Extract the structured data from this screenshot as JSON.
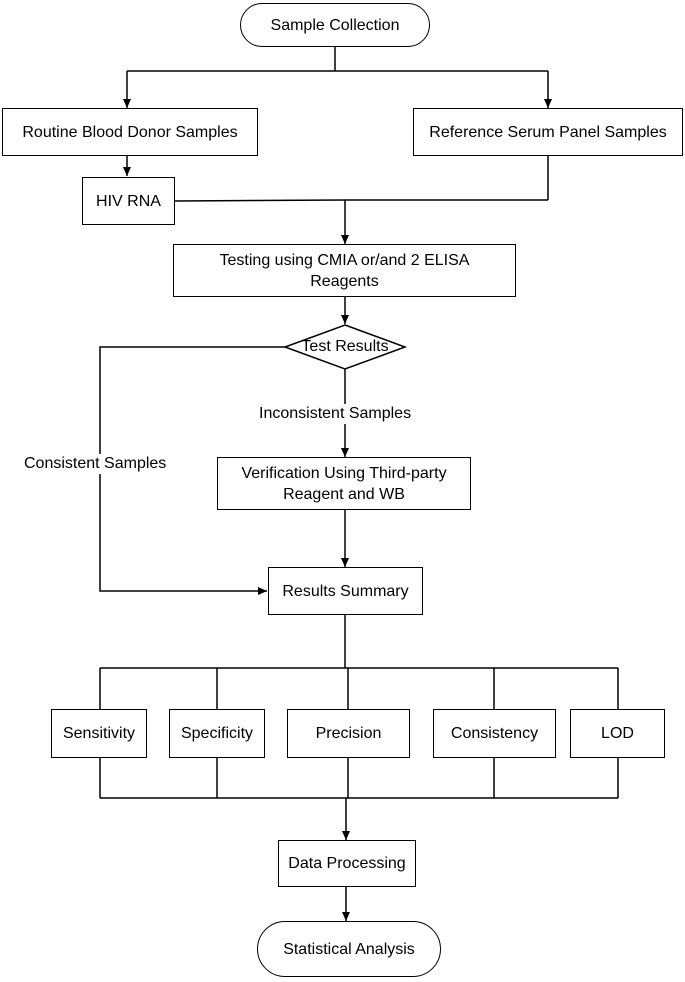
{
  "nodes": {
    "sample_collection": "Sample Collection",
    "routine_donor": "Routine Blood Donor Samples",
    "reference_panel": "Reference Serum Panel Samples",
    "hiv_rna": "HIV RNA",
    "testing": "Testing using CMIA or/and 2 ELISA Reagents",
    "test_results": "Test Results",
    "verification": "Verification Using Third-party Reagent and WB",
    "results_summary": "Results Summary",
    "sensitivity": "Sensitivity",
    "specificity": "Specificity",
    "precision": "Precision",
    "consistency": "Consistency",
    "lod": "LOD",
    "data_processing": "Data Processing",
    "statistical_analysis": "Statistical Analysis"
  },
  "edges": {
    "inconsistent": "Inconsistent Samples",
    "consistent": "Consistent Samples"
  }
}
